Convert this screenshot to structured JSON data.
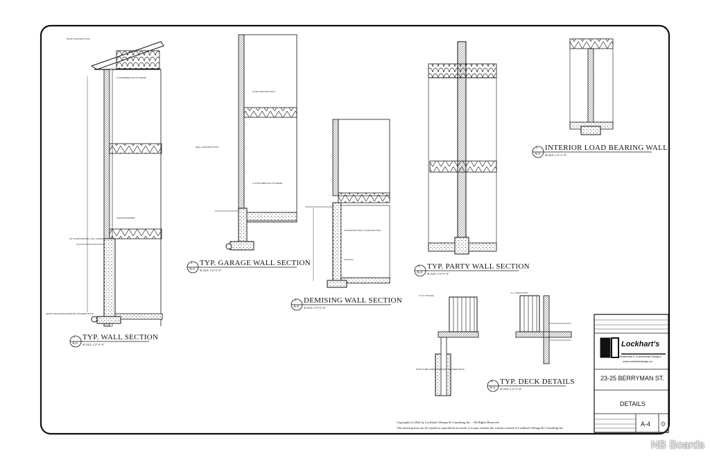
{
  "details": [
    {
      "number": "1",
      "sheet": "A-4",
      "title": "TYP. WALL SECTION",
      "scale": "SCALE: 1/2\"=1'-0\""
    },
    {
      "number": "2",
      "sheet": "A-4",
      "title": "TYP. GARAGE WALL SECTION",
      "scale": "SCALE: 1/2\"=1'-0\""
    },
    {
      "number": "3",
      "sheet": "A-4",
      "title": "DEMISING WALL SECTION",
      "scale": "SCALE: 1/2\"=1'-0\""
    },
    {
      "number": "4",
      "sheet": "A-4",
      "title": "TYP. PARTY WALL SECTION",
      "scale": "SCALE: 1/2\"=1'-0\""
    },
    {
      "number": "5",
      "sheet": "A-4",
      "title": "INTERIOR LOAD BEARING WALL",
      "scale": "SCALE: 1/2\"=1'-0\""
    },
    {
      "number": "6",
      "sheet": "A-4",
      "title": "TYP. DECK DETAILS",
      "scale": "SCALE: 1/2\"=1'-0\""
    }
  ],
  "notes": {
    "exp_poly": "2\" EXPANDED POLYSTYRENE",
    "vapour_barrier": "VAPOUR BARRIER",
    "anchor_bolt": "1/2\" Ø ANCHOR BOLT SILL GASKET",
    "drain_tile": "DRAIN TILE SURROUNDED BY CRUSHED ROCK",
    "extruded_poly": "2\" EXTRUDED POLYSTYRENE",
    "slab": "SLAB CONSTRUCTION",
    "wall_construction": "WALL CONSTRUCTION",
    "foundation": "FOUNDATION WALL CONSTRUCTION",
    "roof": "ROOF CONSTRUCTION",
    "footing": "FOOTING",
    "deck_top_rail": "2\"x 6\" TOP RAIL",
    "deck_post": "4\"x 4\" DECK POST",
    "deck_sono": "SONO TUBE SURROUNDED BY CRUSHED ROCK"
  },
  "title_block": {
    "logo_text": "Lockhart's",
    "logo_tagline": "Residential & Commercial Designs",
    "website": "www.lockhartsdesign.ca",
    "project": "23-25 BERRYMAN ST.",
    "sheet_title": "DETAILS",
    "sheet_number": "A-4",
    "revision": "0"
  },
  "copyright": {
    "line1": "Copyright (c) 2022 by Lockhart's Design & Consulting Inc. - All Rights Reserved",
    "line2": "This drawing may not be copied or reproduced in whole or in part without the written consent of Lockhart's Design & Consulting Inc."
  },
  "watermark": "NB Boards"
}
